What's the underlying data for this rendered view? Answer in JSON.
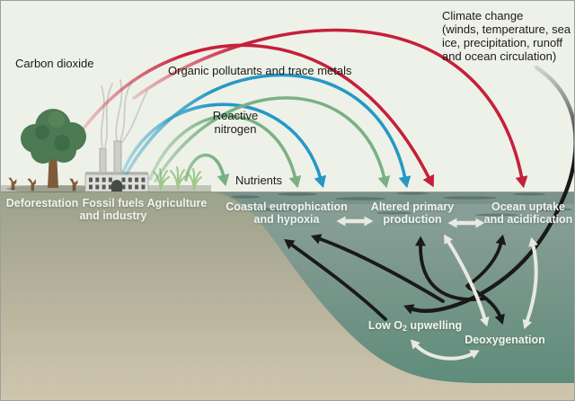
{
  "figure": {
    "type": "flow-diagram",
    "theme": "Land-based drivers and climate change affecting ocean oxygen and chemistry"
  },
  "land_sources": {
    "deforestation": "Deforestation",
    "fossil_fuels_line1": "Fossil fuels",
    "fossil_fuels_line2": "and industry",
    "agriculture": "Agriculture"
  },
  "pathways": {
    "carbon_dioxide": "Carbon dioxide",
    "organic_pollutants": "Organic pollutants and trace metals",
    "reactive_nitrogen_line1": "Reactive",
    "reactive_nitrogen_line2": "nitrogen",
    "nutrients": "Nutrients",
    "climate_change_lines": [
      "Climate change",
      "(winds, temperature, sea",
      "ice, precipitation, runoff",
      "and ocean circulation)"
    ]
  },
  "ocean_processes": {
    "coastal_line1": "Coastal eutrophication",
    "coastal_line2": "and hypoxia",
    "altered_line1": "Altered primary",
    "altered_line2": "production",
    "uptake_line1": "Ocean uptake",
    "uptake_line2": "and acidification",
    "low_o2_prefix": "Low O",
    "low_o2_sub": "2",
    "low_o2_suffix": " upwelling",
    "deoxygenation": "Deoxygenation"
  },
  "connections": [
    {
      "pathway": "Carbon dioxide",
      "color": "#c5203a",
      "from": "Deforestation, Fossil fuels and industry",
      "to": [
        "Altered primary production",
        "Ocean uptake and acidification"
      ]
    },
    {
      "pathway": "Organic pollutants and trace metals",
      "color": "#2698c6",
      "from": "Fossil fuels and industry",
      "to": [
        "Coastal eutrophication and hypoxia",
        "Altered primary production"
      ]
    },
    {
      "pathway": "Reactive nitrogen",
      "color": "#79b184",
      "from": "Fossil fuels and industry, Agriculture",
      "to": [
        "Coastal eutrophication and hypoxia",
        "Altered primary production"
      ]
    },
    {
      "pathway": "Nutrients",
      "color": "#79b184",
      "from": "Agriculture",
      "to": "Coastal eutrophication and hypoxia"
    },
    {
      "pathway": "Climate change",
      "color": "#191919",
      "from": "Climate change",
      "to": [
        "Coastal eutrophication and hypoxia",
        "Altered primary production",
        "Ocean uptake and acidification",
        "Low O2 upwelling",
        "Deoxygenation"
      ]
    },
    {
      "exchange": [
        "Coastal eutrophication and hypoxia",
        "Altered primary production"
      ],
      "color": "#e8e9e2"
    },
    {
      "exchange": [
        "Altered primary production",
        "Ocean uptake and acidification"
      ],
      "color": "#e8e9e2"
    },
    {
      "exchange": [
        "Altered primary production",
        "Deoxygenation"
      ],
      "color": "#e8e9e2"
    },
    {
      "exchange": [
        "Ocean uptake and acidification",
        "Deoxygenation"
      ],
      "color": "#e8e9e2"
    },
    {
      "exchange": [
        "Low O2 upwelling",
        "Deoxygenation"
      ],
      "color": "#e8e9e2"
    }
  ],
  "icons": {
    "tree": "tree-icon",
    "tree_stumps": "tree-stumps-icon",
    "factory": "factory-icon",
    "smoke": "smoke-icon",
    "crops": "crops-icon"
  },
  "palette": {
    "carbon_dioxide_arrow": "#c5203a",
    "pollutants_arrow": "#2698c6",
    "nitrogen_nutrients_arrow": "#79b184",
    "climate_arrow": "#191919",
    "exchange_arrow": "#e8e9e2",
    "sky": "#eef1e8",
    "water_surface": "#8ba19a",
    "water_deep": "#5e8c7b",
    "land_top": "#9da38b",
    "land_bottom": "#d0c6ae"
  }
}
